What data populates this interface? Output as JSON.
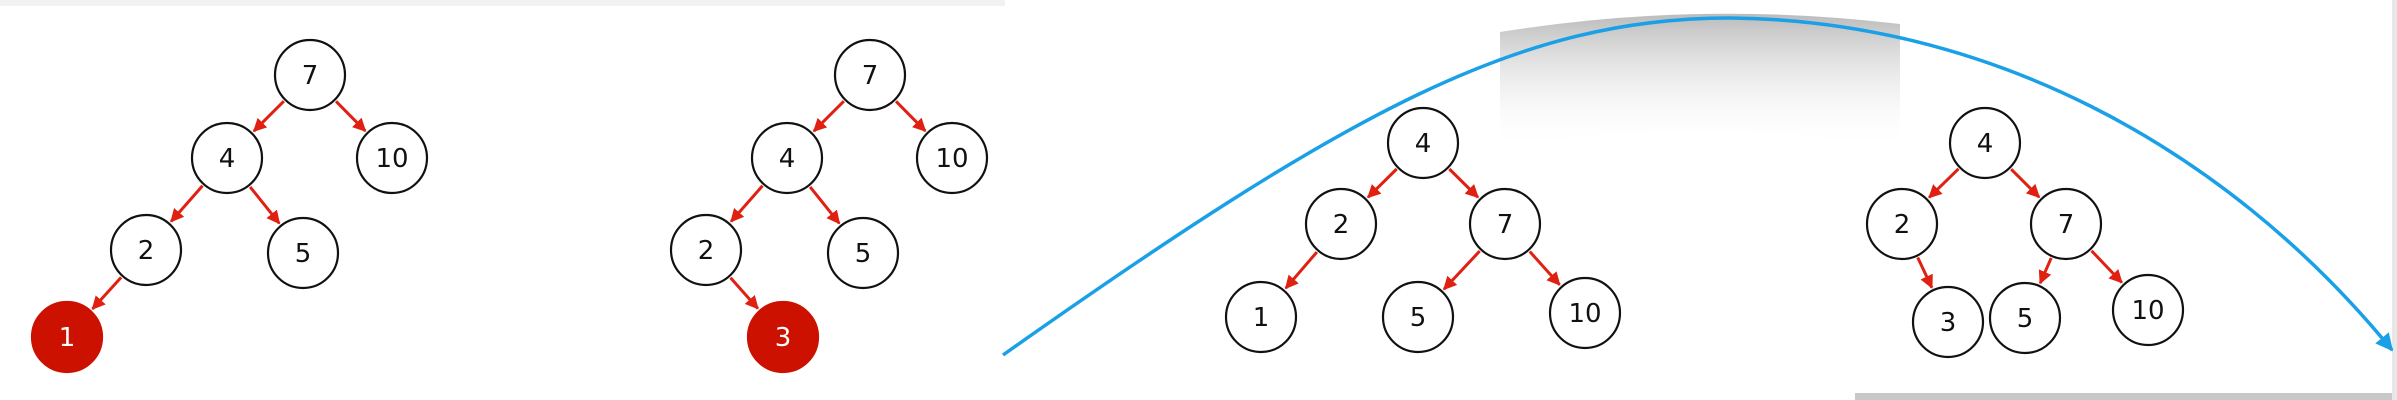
{
  "colors": {
    "node_fill": "#ffffff",
    "node_stroke": "#111111",
    "highlight_fill": "#cc1100",
    "highlight_text": "#ffffff",
    "edge": "#e02010",
    "arc": "#1aa0e6"
  },
  "trees": [
    {
      "name": "tree-a",
      "nodes": [
        {
          "id": "7",
          "label": "7"
        },
        {
          "id": "4",
          "label": "4"
        },
        {
          "id": "10",
          "label": "10"
        },
        {
          "id": "2",
          "label": "2"
        },
        {
          "id": "5",
          "label": "5"
        },
        {
          "id": "1",
          "label": "1",
          "highlight": true
        }
      ],
      "edges": [
        [
          "7",
          "4"
        ],
        [
          "7",
          "10"
        ],
        [
          "4",
          "2"
        ],
        [
          "4",
          "5"
        ],
        [
          "2",
          "1"
        ]
      ]
    },
    {
      "name": "tree-b",
      "nodes": [
        {
          "id": "7",
          "label": "7"
        },
        {
          "id": "4",
          "label": "4"
        },
        {
          "id": "10",
          "label": "10"
        },
        {
          "id": "2",
          "label": "2"
        },
        {
          "id": "5",
          "label": "5"
        },
        {
          "id": "3",
          "label": "3",
          "highlight": true
        }
      ],
      "edges": [
        [
          "7",
          "4"
        ],
        [
          "7",
          "10"
        ],
        [
          "4",
          "2"
        ],
        [
          "4",
          "5"
        ],
        [
          "2",
          "3"
        ]
      ]
    },
    {
      "name": "tree-c",
      "nodes": [
        {
          "id": "4",
          "label": "4"
        },
        {
          "id": "2",
          "label": "2"
        },
        {
          "id": "7",
          "label": "7"
        },
        {
          "id": "1",
          "label": "1"
        },
        {
          "id": "5",
          "label": "5"
        },
        {
          "id": "10",
          "label": "10"
        }
      ],
      "edges": [
        [
          "4",
          "2"
        ],
        [
          "4",
          "7"
        ],
        [
          "2",
          "1"
        ],
        [
          "7",
          "5"
        ],
        [
          "7",
          "10"
        ]
      ]
    },
    {
      "name": "tree-d",
      "nodes": [
        {
          "id": "4",
          "label": "4"
        },
        {
          "id": "2",
          "label": "2"
        },
        {
          "id": "7",
          "label": "7"
        },
        {
          "id": "3",
          "label": "3"
        },
        {
          "id": "5",
          "label": "5"
        },
        {
          "id": "10",
          "label": "10"
        }
      ],
      "edges": [
        [
          "4",
          "2"
        ],
        [
          "4",
          "7"
        ],
        [
          "2",
          "3"
        ],
        [
          "7",
          "5"
        ],
        [
          "7",
          "10"
        ]
      ]
    }
  ]
}
